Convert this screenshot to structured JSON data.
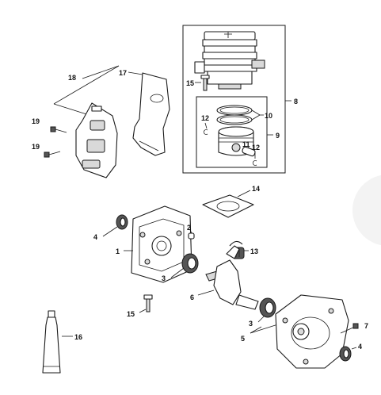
{
  "callouts": {
    "c1": "1",
    "c2": "2",
    "c3a": "3",
    "c3b": "3",
    "c4a": "4",
    "c4b": "4",
    "c5": "5",
    "c6": "6",
    "c7": "7",
    "c8": "8",
    "c9": "9",
    "c10": "10",
    "c11": "11",
    "c12a": "12",
    "c12b": "12",
    "c13": "13",
    "c14": "14",
    "c15a": "15",
    "c15b": "15",
    "c16": "16",
    "c17": "17",
    "c18": "18",
    "c19a": "19",
    "c19b": "19"
  }
}
